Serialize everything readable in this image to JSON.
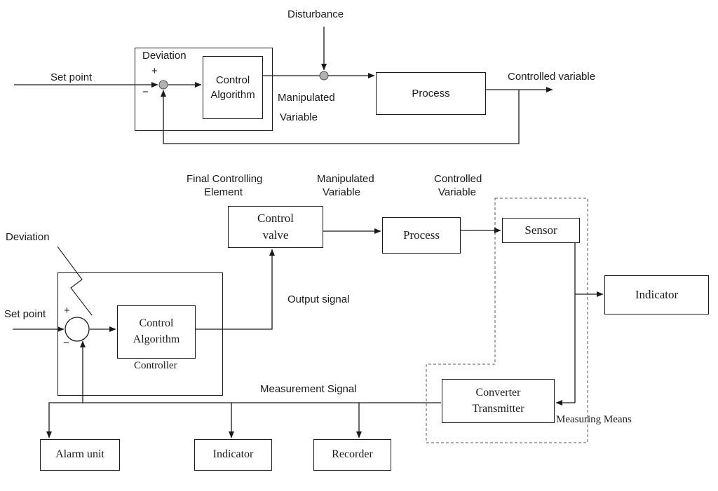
{
  "colors": {
    "line": "#1a1a1a",
    "junction_fill": "#b3b3b3",
    "background": "#ffffff"
  },
  "top_diagram": {
    "disturbance_label": "Disturbance",
    "set_point_label": "Set point",
    "deviation_box_label": "Deviation",
    "plus_sign": "+",
    "minus_sign": "−",
    "control_algorithm_box": [
      "Control",
      "Algorithm"
    ],
    "manipulated_variable_label": [
      "Manipulated",
      "Variable"
    ],
    "process_box": "Process",
    "controlled_variable_label": "Controlled variable"
  },
  "bottom_diagram": {
    "final_controlling_element_label": [
      "Final Controlling",
      "Element"
    ],
    "manipulated_variable_label": [
      "Manipulated",
      "Variable"
    ],
    "controlled_variable_label": [
      "Controlled",
      "Variable"
    ],
    "control_valve_box": [
      "Control",
      "valve"
    ],
    "process_box": "Process",
    "sensor_box": "Sensor",
    "indicator_box_right": "Indicator",
    "deviation_label": "Deviation",
    "set_point_label": "Set point",
    "plus_sign": "+",
    "minus_sign": "−",
    "control_algorithm_box": [
      "Control",
      "Algorithm"
    ],
    "controller_label": "Controller",
    "output_signal_label": "Output signal",
    "measurement_signal_label": "Measurement Signal",
    "converter_transmitter_box": [
      "Converter",
      "Transmitter"
    ],
    "measuring_means_label": "Measuring Means",
    "alarm_unit_box": "Alarm unit",
    "indicator_box_bottom": "Indicator",
    "recorder_box": "Recorder"
  }
}
